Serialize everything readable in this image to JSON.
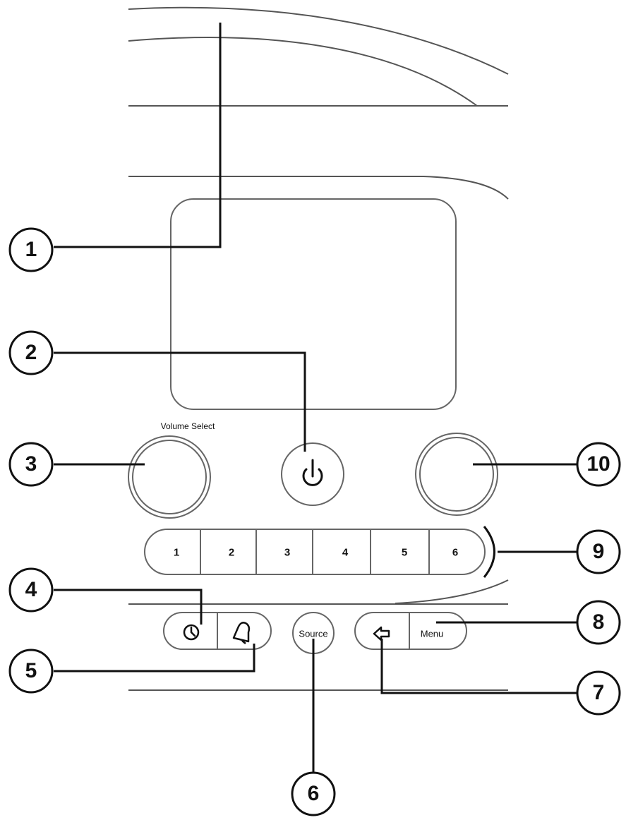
{
  "knob_label": "Volume Select",
  "preset_buttons": [
    "1",
    "2",
    "3",
    "4",
    "5",
    "6"
  ],
  "source_label": "Source",
  "menu_label": "Menu",
  "callouts": [
    "1",
    "2",
    "3",
    "4",
    "5",
    "6",
    "7",
    "8",
    "9",
    "10"
  ],
  "icons": {
    "power": "power-icon",
    "clock": "clock-icon",
    "alarm": "bell-icon",
    "back": "back-arrow-icon"
  },
  "colors": {
    "outline": "#666666",
    "leader": "#111111",
    "background": "#ffffff"
  }
}
